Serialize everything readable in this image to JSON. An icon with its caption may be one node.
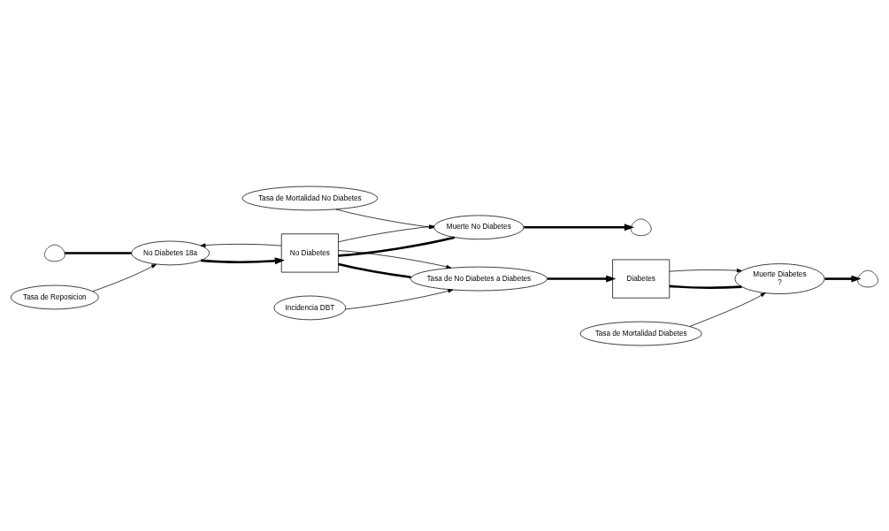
{
  "diagram": {
    "nodes": [
      {
        "text": [],
        "shape": "cloud"
      },
      {
        "text": [
          "No Diabetes 18a"
        ]
      },
      {
        "text": [
          "No Diabetes"
        ]
      },
      {
        "text": [
          "Muerte No Diabetes"
        ]
      },
      {
        "text": [],
        "shape": "cloud"
      },
      {
        "text": [
          "Tasa de Mortalidad No Diabetes"
        ]
      },
      {
        "text": [
          "Tasa de Reposicion"
        ]
      },
      {
        "text": [
          "Tasa de No Diabetes a Diabetes"
        ]
      },
      {
        "text": [
          "Incidencia DBT"
        ]
      },
      {
        "text": [
          "Diabetes"
        ]
      },
      {
        "text": [
          "Muerte Diabetes",
          "?"
        ]
      },
      {
        "text": [],
        "shape": "cloud"
      },
      {
        "text": [
          "Tasa de Mortalidad Diabetes"
        ]
      }
    ],
    "edges": [
      {
        "from": 0,
        "to": 1,
        "arrow": "none",
        "style": "thick"
      },
      {
        "from": 1,
        "to": 2,
        "arrow": "to",
        "style": "thick"
      },
      {
        "from": 2,
        "to": 3,
        "arrow": "none",
        "style": "thick"
      },
      {
        "from": 3,
        "to": 4,
        "arrow": "to",
        "style": "thick"
      },
      {
        "from": 2,
        "to": 7,
        "arrow": "none",
        "style": "thick"
      },
      {
        "from": 7,
        "to": 9,
        "arrow": "to",
        "style": "thick"
      },
      {
        "from": 9,
        "to": 10,
        "arrow": "none",
        "style": "thick"
      },
      {
        "from": 10,
        "to": 11,
        "arrow": "to",
        "style": "thick"
      },
      {
        "from": 6,
        "to": 1,
        "arrow": "to"
      },
      {
        "from": 2,
        "to": 1,
        "arrow": "to"
      },
      {
        "from": 2,
        "to": 3,
        "arrow": "to"
      },
      {
        "from": 5,
        "to": 3,
        "arrow": "to"
      },
      {
        "from": 2,
        "to": 7,
        "arrow": "to"
      },
      {
        "from": 8,
        "to": 7,
        "arrow": "to"
      },
      {
        "from": 9,
        "to": 10,
        "arrow": "to"
      },
      {
        "from": 12,
        "to": 10,
        "arrow": "to"
      }
    ]
  }
}
